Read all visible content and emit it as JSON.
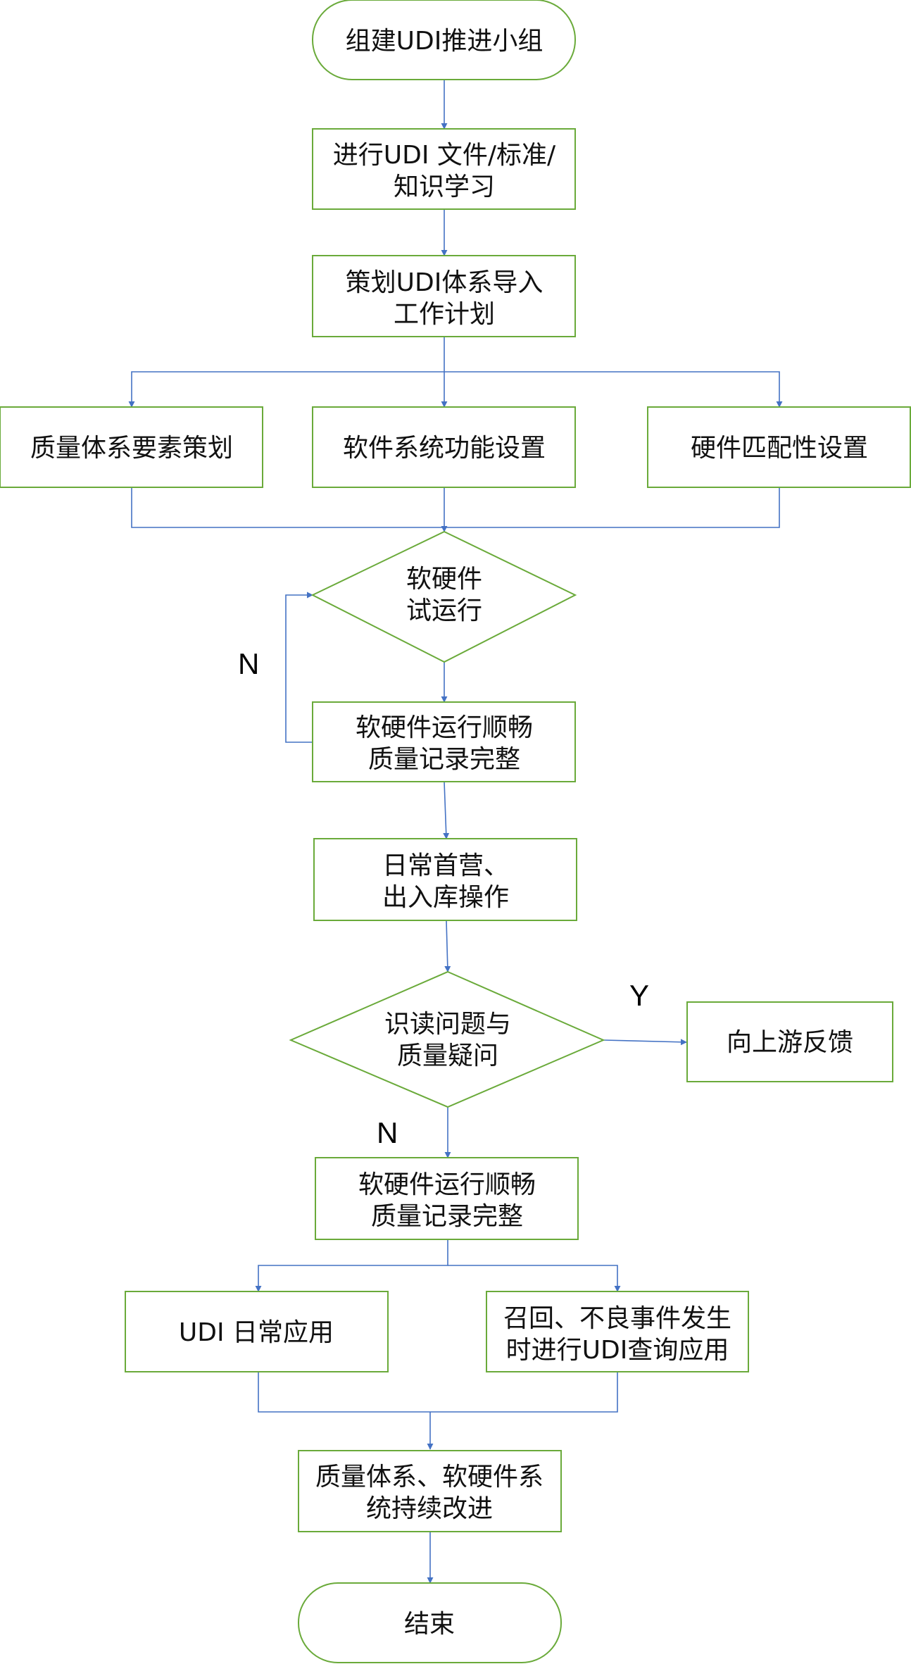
{
  "nodes": {
    "start": {
      "lines": [
        "组建UDI推进小组"
      ]
    },
    "study": {
      "lines": [
        "进行UDI 文件/标准/",
        "知识学习"
      ]
    },
    "plan": {
      "lines": [
        "策划UDI体系导入",
        "工作计划"
      ]
    },
    "quality_plan": {
      "lines": [
        "质量体系要素策划"
      ]
    },
    "software": {
      "lines": [
        "软件系统功能设置"
      ]
    },
    "hardware": {
      "lines": [
        "硬件匹配性设置"
      ]
    },
    "trial": {
      "lines": [
        "软硬件",
        "试运行"
      ]
    },
    "check1": {
      "lines": [
        "软硬件运行顺畅",
        "质量记录完整"
      ]
    },
    "daily_ops": {
      "lines": [
        "日常首营、",
        "出入库操作"
      ]
    },
    "issue": {
      "lines": [
        "识读问题与",
        "质量疑问"
      ]
    },
    "feedback": {
      "lines": [
        "向上游反馈"
      ]
    },
    "check2": {
      "lines": [
        "软硬件运行顺畅",
        "质量记录完整"
      ]
    },
    "udi_daily": {
      "lines": [
        "UDI 日常应用"
      ]
    },
    "recall": {
      "lines": [
        "召回、不良事件发生",
        "时进行UDI查询应用"
      ]
    },
    "improve": {
      "lines": [
        "质量体系、软硬件系",
        "统持续改进"
      ]
    },
    "end": {
      "lines": [
        "结束"
      ]
    }
  },
  "edge_labels": {
    "loop_no": "N",
    "issue_yes": "Y",
    "issue_no": "N"
  },
  "colors": {
    "node_border": "#6aaa3a",
    "edge": "#4472c4",
    "text": "#111111"
  }
}
